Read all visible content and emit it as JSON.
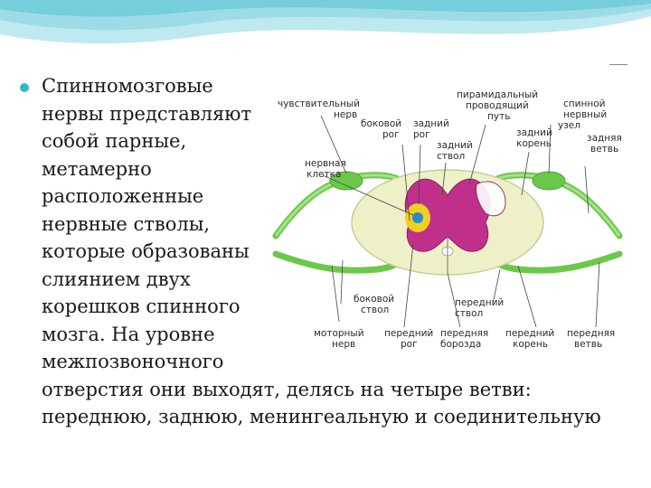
{
  "text_lines": [
    "Спинномозговые",
    "нервы представляют",
    "собой парные,",
    "метамерно",
    "расположенные",
    "нервные стволы,",
    "которые образованы",
    "слиянием двух",
    "корешков спинного",
    "мозга. На уровне",
    "межпозвоночного",
    "отверстия они выходят, делясь на четыре ветви:",
    "переднюю, заднюю, менингеальную и соединительную"
  ],
  "diagram": {
    "labels": {
      "sensory_nerve_1": "чувствительный",
      "sensory_nerve_2": "нерв",
      "pyramidal_1": "пирамидальный",
      "pyramidal_2": "проводящий",
      "pyramidal_3": "путь",
      "spinal_ganglion_1": "спинной",
      "spinal_ganglion_2": "нервный",
      "spinal_ganglion_3": "узел",
      "lateral_horn_1": "боковой",
      "lateral_horn_2": "рог",
      "posterior_horn_1": "задний",
      "posterior_horn_2": "рог",
      "posterior_root_1": "задний",
      "posterior_root_2": "корень",
      "posterior_branch_1": "задняя",
      "posterior_branch_2": "ветвь",
      "posterior_trunk_1": "задний",
      "posterior_trunk_2": "ствол",
      "nerve_cell_1": "нервная",
      "nerve_cell_2": "клетка",
      "lateral_trunk_1": "боковой",
      "lateral_trunk_2": "ствол",
      "anterior_trunk_1": "передний",
      "anterior_trunk_2": "ствол",
      "motor_nerve_1": "моторный",
      "motor_nerve_2": "нерв",
      "anterior_horn_1": "передний",
      "anterior_horn_2": "рог",
      "anterior_fissure_1": "передняя",
      "anterior_fissure_2": "борозда",
      "anterior_root_1": "передний",
      "anterior_root_2": "корень",
      "anterior_branch_1": "передняя",
      "anterior_branch_2": "ветвь"
    }
  },
  "colors": {
    "accent": "#2fb8c8",
    "nerve_green": "#6cc84a",
    "white_matter": "#eef0c8",
    "gray_matter": "#c0308a",
    "nucleus_yellow": "#f0d020"
  }
}
